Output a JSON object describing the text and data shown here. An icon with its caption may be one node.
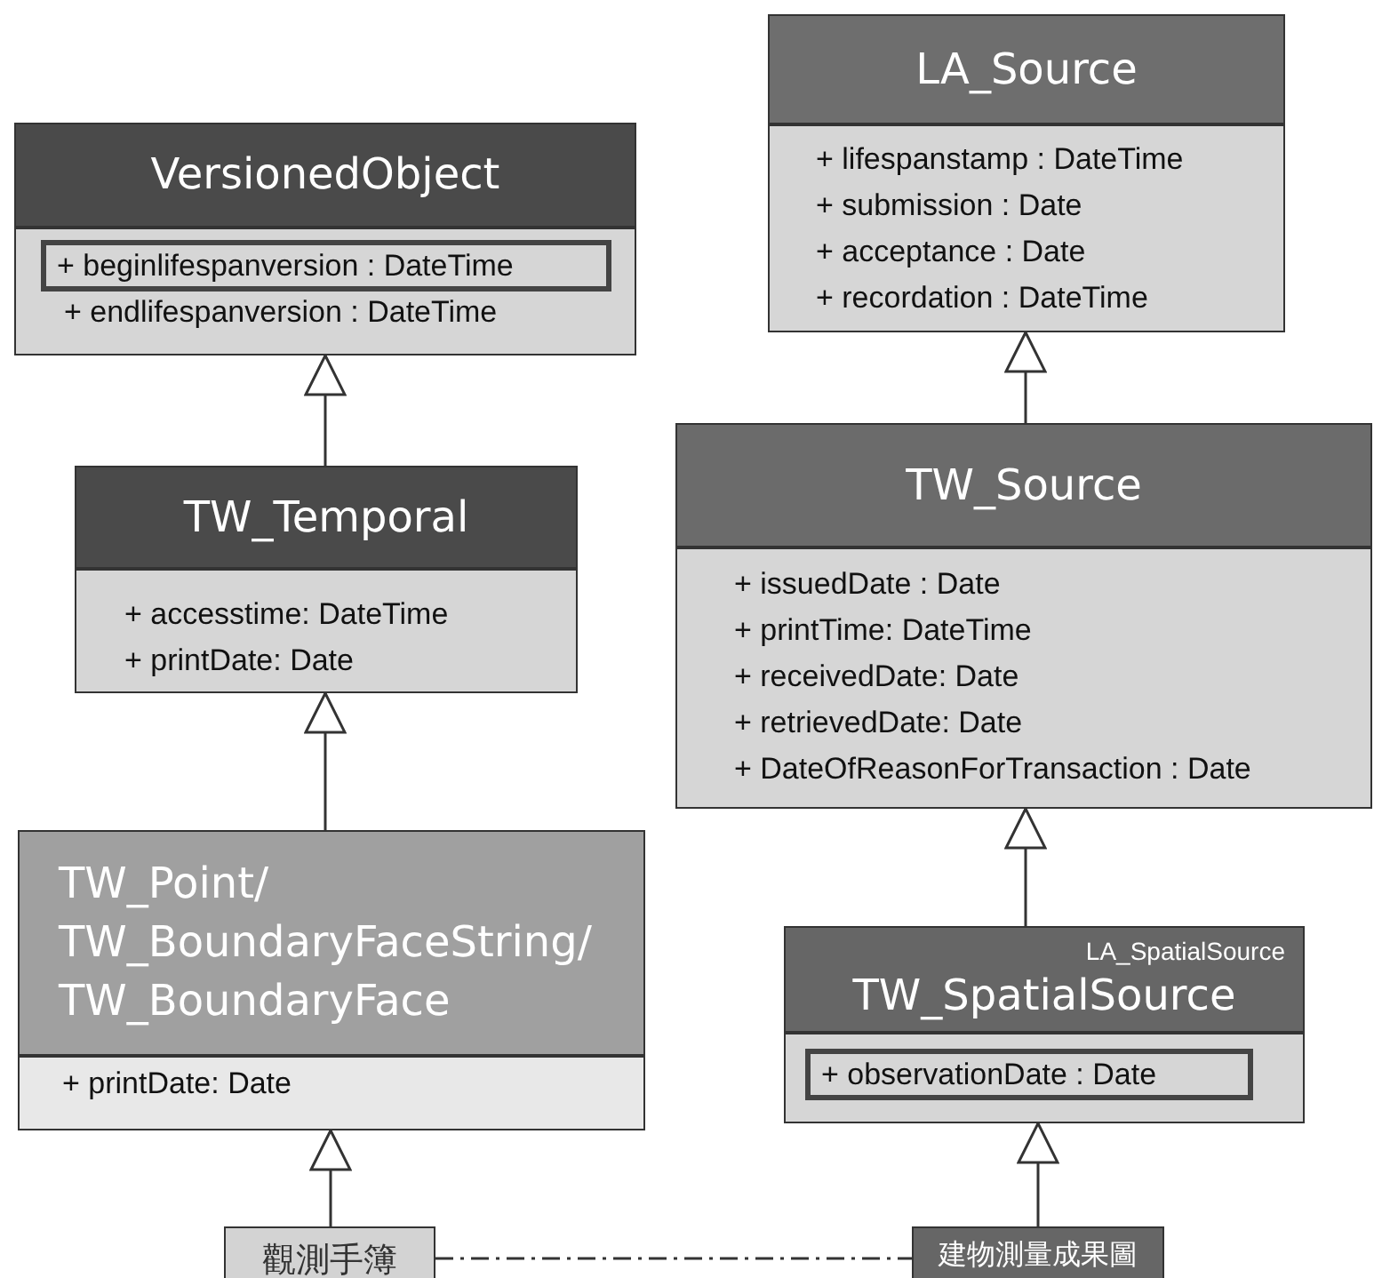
{
  "diagram": {
    "nodes": [
      {
        "text": [
          "VersionedObject",
          "+ endlifespanversion : DateTime"
        ]
      },
      {
        "text": [
          "+ beginlifespanversion : DateTime"
        ],
        "in": 0
      },
      {
        "text": [
          "TW_Temporal",
          "+ accesstime: DateTime",
          "+ printDate: Date"
        ]
      },
      {
        "text": [
          "TW_Point/ TW_BoundaryFaceString/ TW_BoundaryFace",
          "+ printDate: Date"
        ]
      },
      {
        "text": [
          "LA_Source",
          "+ lifespanstamp : DateTime",
          "+ submission : Date",
          "+ acceptance : Date",
          "+ recordation : DateTime"
        ]
      },
      {
        "text": [
          "TW_Source",
          "+ issuedDate : Date",
          "+ printTime: DateTime",
          "+ receivedDate: Date",
          "+ retrievedDate: Date",
          "+ DateOfReasonForTransaction  : Date"
        ]
      },
      {
        "text": [
          "LA_SpatialSource",
          "TW_SpatialSource"
        ]
      },
      {
        "text": [
          "+ observationDate : Date"
        ],
        "in": 6
      },
      {
        "text": [
          "觀測手簿"
        ]
      },
      {
        "text": [
          "建物測量成果圖"
        ]
      }
    ],
    "edges": [
      {
        "from": 2,
        "to": 0,
        "arrow": "to"
      },
      {
        "from": 3,
        "to": 2,
        "arrow": "to"
      },
      {
        "from": 5,
        "to": 4,
        "arrow": "to"
      },
      {
        "from": 6,
        "to": 5,
        "arrow": "to"
      },
      {
        "from": 8,
        "to": 3,
        "arrow": "to"
      },
      {
        "from": 9,
        "to": 6,
        "arrow": "to"
      },
      {
        "from": 8,
        "to": 9,
        "arrow": "none",
        "style": "dashed"
      }
    ]
  }
}
